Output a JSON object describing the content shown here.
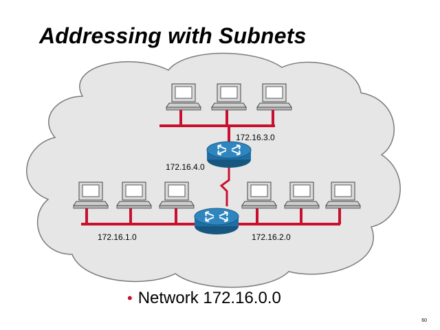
{
  "slide": {
    "title": "Addressing with Subnets",
    "bullet": "Network 172.16.0.0",
    "page_number": "60"
  },
  "networks": {
    "top": "172.16.3.0",
    "serial": "172.16.4.0",
    "left": "172.16.1.0",
    "right": "172.16.2.0"
  },
  "colors": {
    "ethernet": "#c8102e",
    "serial": "#c8102e",
    "router": "#1f6fa6",
    "cloud": "#e6e6e6",
    "bullet": "#c8102e"
  },
  "icons": {
    "workstation": "pc-icon",
    "router": "router-icon",
    "serial_link": "lightning-icon"
  }
}
